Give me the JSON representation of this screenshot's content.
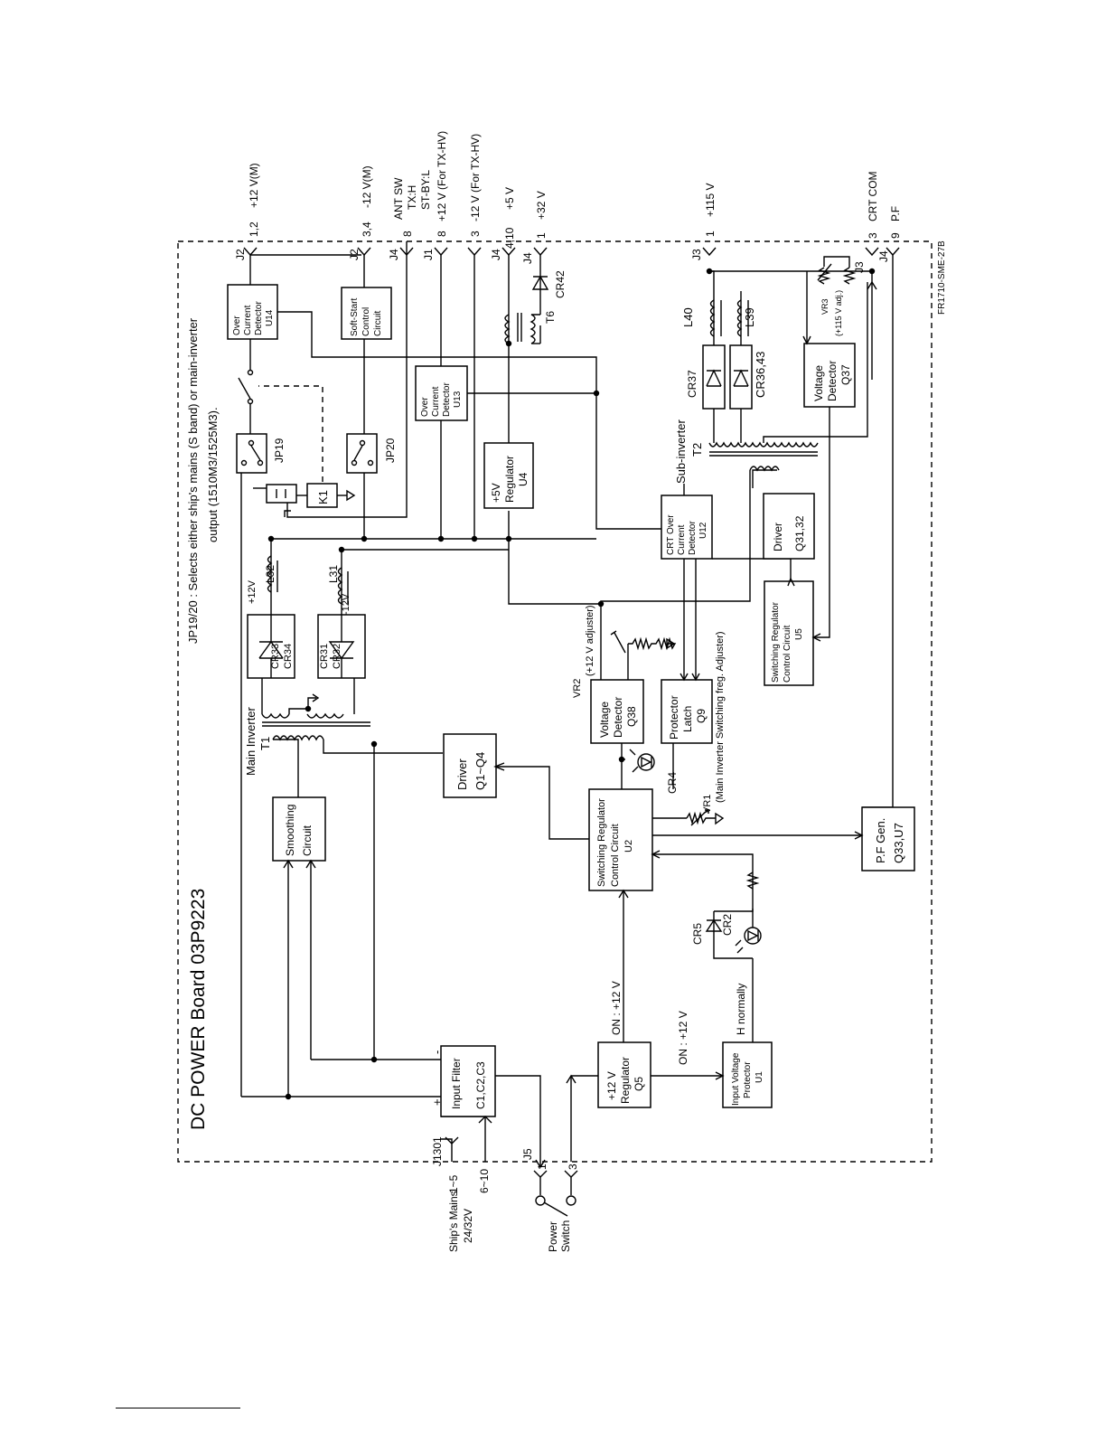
{
  "board_title": "DC POWER Board 03P9223",
  "note": "JP19/20 : Selects either ship's mains (S band) or main-inverter output (1510M3/1525M3).",
  "note_line1": "JP19/20 : Selects either ship's mains (S band) or main-inverter",
  "note_line2": "output (1510M3/1525M3).",
  "drawing_code": "FR1710-SME-27B",
  "blocks": {
    "input_filter": [
      "Input Filter",
      "C1,C2,C3"
    ],
    "smoothing": [
      "Smoothing",
      "Circuit"
    ],
    "driver_q1": [
      "Driver",
      "Q1~Q4"
    ],
    "sw_reg_u2": [
      "Switching Regulator",
      "Control Circuit",
      "U2"
    ],
    "pf_gen": [
      "P.F Gen.",
      "Q33,U7"
    ],
    "reg_q5": [
      "+12 V",
      "Regulator",
      "Q5"
    ],
    "input_protector": [
      "Input Voltage",
      "Protector",
      "U1"
    ],
    "vdet_q38": [
      "Voltage",
      "Detector",
      "Q38"
    ],
    "protector_latch": [
      "Protector",
      "Latch",
      "Q9"
    ],
    "cr33": [
      "CR33",
      "CR34"
    ],
    "cr31": [
      "CR31",
      "CR32"
    ],
    "over_current_u14": [
      "Over",
      "Current",
      "Detector",
      "U14"
    ],
    "soft_start": [
      "Soft-Start",
      "Control",
      "Circuit"
    ],
    "over_current_u13": [
      "Over",
      "Current",
      "Detector",
      "U13"
    ],
    "reg_u4": [
      "+5V",
      "Regulator",
      "U4"
    ],
    "crt_over_u12": [
      "CRT Over",
      "Current",
      "Detector",
      "U12"
    ],
    "driver_q31": [
      "Driver",
      "Q31,32"
    ],
    "sw_reg_u5": [
      "Switching Regulator",
      "Control Circuit",
      "U5"
    ],
    "cr37": "CR37",
    "cr36": "CR36,43",
    "vdet_q37": [
      "Voltage",
      "Detector",
      "Q37"
    ],
    "k1": "K1"
  },
  "labels": {
    "main_inverter": "Main Inverter",
    "t1": "T1",
    "sub_inverter": "Sub-inverter",
    "t2": "T2",
    "t6": "T6",
    "l31": "L31",
    "l32": "L32",
    "l39": "L39",
    "l40": "L40",
    "cr42": "CR42",
    "cr4": "CR4",
    "cr5": "CR5",
    "cr2": "CR2",
    "jp19": "JP19",
    "jp20": "JP20",
    "plus12v": "+12V",
    "minus12v": "-12V",
    "vr2": "VR2",
    "vr2_note": "(+12 V adjuster)",
    "vr1": "VR1",
    "vr1_note": "(Main Inverter Switching freg. Adjuster)",
    "vr3": "VR3",
    "vr3_note": "(+115 V adj.)",
    "on12_a": "ON : +12 V",
    "on12_b": "ON : +12 V",
    "h_normally": "H normally",
    "plus": "+",
    "minus": "-"
  },
  "left_connectors": {
    "j1301": "J1301",
    "pins_a": "1~5",
    "pins_b": "6~10",
    "mains_line1": "Ship's Mains",
    "mains_line2": "24/32V",
    "j5": "J5",
    "pin1": "1",
    "pin3": "3",
    "power_line1": "Power",
    "power_line2": "Switch"
  },
  "top_connectors": [
    {
      "conn": "J2",
      "pins": "1,2",
      "signal": [
        "+12 V(M)"
      ]
    },
    {
      "conn": "J2",
      "pins": "3,4",
      "signal": [
        "-12 V(M)"
      ]
    },
    {
      "conn": "J4",
      "pins": "8",
      "signal": [
        "ANT SW",
        "TX:H",
        "ST-BY:L"
      ]
    },
    {
      "conn": "J1",
      "pins": "8",
      "signal": [
        "+12 V (For TX-HV)"
      ]
    },
    {
      "conn": "",
      "pins": "3",
      "signal": [
        "-12 V (For TX-HV)"
      ]
    },
    {
      "conn": "J4",
      "pins": "4,10",
      "signal": [
        "+5 V"
      ]
    },
    {
      "conn": "J4",
      "pins": "1",
      "signal": [
        "+32 V"
      ]
    },
    {
      "conn": "J3",
      "pins": "1",
      "signal": [
        "+115 V"
      ]
    },
    {
      "conn": "J3",
      "pins": "3",
      "signal": [
        "CRT COM"
      ]
    },
    {
      "conn": "J4",
      "pins": "9",
      "signal": [
        "P.F"
      ]
    }
  ]
}
